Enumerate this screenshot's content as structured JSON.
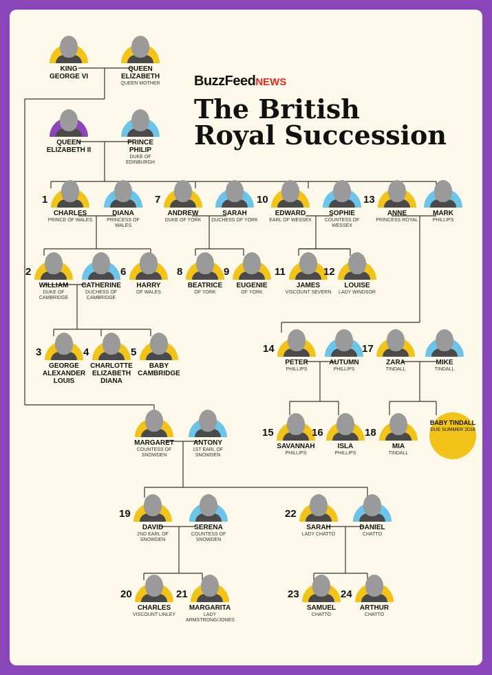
{
  "header": {
    "brand_main": "BuzzFeed",
    "brand_news": "NEWS",
    "title_line1": "The British",
    "title_line2": "Royal Succession"
  },
  "colors": {
    "frame": "#8a46b8",
    "background": "#fcf8ea",
    "yellow": "#f2c318",
    "blue": "#6cc4e8",
    "purple": "#8a46b8"
  },
  "people": [
    {
      "id": "george6",
      "name": "KING GEORGE VI",
      "title": "",
      "num": "",
      "color": "#f2c318"
    },
    {
      "id": "qmother",
      "name": "QUEEN ELIZABETH",
      "title": "QUEEN MOTHER",
      "num": "",
      "color": "#f2c318"
    },
    {
      "id": "qe2",
      "name": "QUEEN ELIZABETH II",
      "title": "",
      "num": "",
      "color": "#8a46b8"
    },
    {
      "id": "philip",
      "name": "PRINCE PHILIP",
      "title": "DUKE OF EDINBURGH",
      "num": "",
      "color": "#6cc4e8"
    },
    {
      "id": "charles",
      "name": "CHARLES",
      "title": "PRINCE OF WALES",
      "num": "1",
      "color": "#f2c318"
    },
    {
      "id": "diana",
      "name": "DIANA",
      "title": "PRINCESS OF WALES",
      "num": "",
      "color": "#6cc4e8"
    },
    {
      "id": "andrew",
      "name": "ANDREW",
      "title": "DUKE OF YORK",
      "num": "7",
      "color": "#f2c318"
    },
    {
      "id": "sarahf",
      "name": "SARAH",
      "title": "DUCHESS OF YORK",
      "num": "",
      "color": "#6cc4e8"
    },
    {
      "id": "edward",
      "name": "EDWARD",
      "title": "EARL OF WESSEX",
      "num": "10",
      "color": "#f2c318"
    },
    {
      "id": "sophie",
      "name": "SOPHIE",
      "title": "COUNTESS OF WESSEX",
      "num": "",
      "color": "#6cc4e8"
    },
    {
      "id": "anne",
      "name": "ANNE",
      "title": "PRINCESS ROYAL",
      "num": "13",
      "color": "#f2c318"
    },
    {
      "id": "mark",
      "name": "MARK",
      "title": "PHILLIPS",
      "num": "",
      "color": "#6cc4e8"
    },
    {
      "id": "william",
      "name": "WILLIAM",
      "title": "DUKE OF CAMBRIDGE",
      "num": "2",
      "color": "#f2c318"
    },
    {
      "id": "catherine",
      "name": "CATHERINE",
      "title": "DUCHESS OF CAMBRIDGE",
      "num": "",
      "color": "#6cc4e8"
    },
    {
      "id": "harry",
      "name": "HARRY",
      "title": "OF WALES",
      "num": "6",
      "color": "#f2c318"
    },
    {
      "id": "beatrice",
      "name": "BEATRICE",
      "title": "OF YORK",
      "num": "8",
      "color": "#f2c318"
    },
    {
      "id": "eugenie",
      "name": "EUGENIE",
      "title": "OF YORK",
      "num": "9",
      "color": "#f2c318"
    },
    {
      "id": "james",
      "name": "JAMES",
      "title": "VISCOUNT SEVERN",
      "num": "11",
      "color": "#f2c318"
    },
    {
      "id": "louise",
      "name": "LOUISE",
      "title": "LADY WINDSOR",
      "num": "12",
      "color": "#f2c318"
    },
    {
      "id": "george",
      "name": "GEORGE ALEXANDER LOUIS",
      "title": "",
      "num": "3",
      "color": "#f2c318"
    },
    {
      "id": "charlotte",
      "name": "CHARLOTTE ELIZABETH DIANA",
      "title": "",
      "num": "4",
      "color": "#f2c318"
    },
    {
      "id": "babyc",
      "name": "BABY CAMBRIDGE",
      "title": "",
      "num": "5",
      "color": "#f2c318"
    },
    {
      "id": "peter",
      "name": "PETER",
      "title": "PHILLIPS",
      "num": "14",
      "color": "#f2c318"
    },
    {
      "id": "autumn",
      "name": "AUTUMN",
      "title": "PHILLIPS",
      "num": "",
      "color": "#6cc4e8"
    },
    {
      "id": "zara",
      "name": "ZARA",
      "title": "TINDALL",
      "num": "17",
      "color": "#f2c318"
    },
    {
      "id": "mike",
      "name": "MIKE",
      "title": "TINDALL",
      "num": "",
      "color": "#6cc4e8"
    },
    {
      "id": "savannah",
      "name": "SAVANNAH",
      "title": "PHILLIPS",
      "num": "15",
      "color": "#f2c318"
    },
    {
      "id": "isla",
      "name": "ISLA",
      "title": "PHILLIPS",
      "num": "16",
      "color": "#f2c318"
    },
    {
      "id": "mia",
      "name": "MIA",
      "title": "TINDALL",
      "num": "18",
      "color": "#f2c318"
    },
    {
      "id": "margaret",
      "name": "MARGARET",
      "title": "COUNTESS OF SNOWDEN",
      "num": "",
      "color": "#f2c318"
    },
    {
      "id": "antony",
      "name": "ANTONY",
      "title": "1ST EARL OF SNOWDEN",
      "num": "",
      "color": "#6cc4e8"
    },
    {
      "id": "david",
      "name": "DAVID",
      "title": "2ND EARL OF SNOWDEN",
      "num": "19",
      "color": "#f2c318"
    },
    {
      "id": "serena",
      "name": "SERENA",
      "title": "COUNTESS OF SNOWDEN",
      "num": "",
      "color": "#6cc4e8"
    },
    {
      "id": "sarahc",
      "name": "SARAH",
      "title": "LADY CHATTO",
      "num": "22",
      "color": "#f2c318"
    },
    {
      "id": "daniel",
      "name": "DANIEL",
      "title": "CHATTO",
      "num": "",
      "color": "#6cc4e8"
    },
    {
      "id": "charlesl",
      "name": "CHARLES",
      "title": "VISCOUNT LINLEY",
      "num": "20",
      "color": "#f2c318"
    },
    {
      "id": "margarita",
      "name": "MARGARITA",
      "title": "LADY ARMSTRONG/JONES",
      "num": "21",
      "color": "#f2c318"
    },
    {
      "id": "samuel",
      "name": "SAMUEL",
      "title": "CHATTO",
      "num": "23",
      "color": "#f2c318"
    },
    {
      "id": "arthur",
      "name": "ARTHUR",
      "title": "CHATTO",
      "num": "24",
      "color": "#f2c318"
    }
  ],
  "baby_tindall": {
    "name": "BABY TINDALL",
    "status": "DUE SUMMER 2018"
  }
}
